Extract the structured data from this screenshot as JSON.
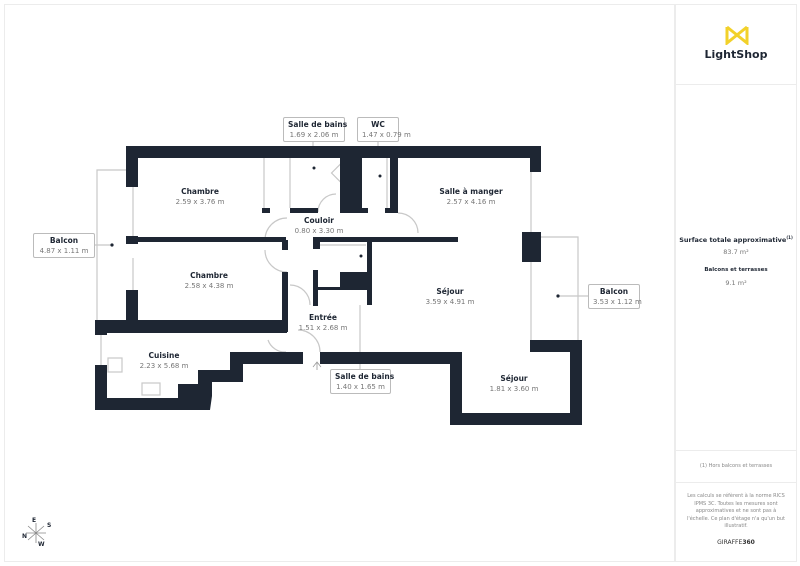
{
  "brand": {
    "name": "LightShop",
    "logo_color": "#f2d12a"
  },
  "summary": {
    "total_label": "Surface totale approximative",
    "total_footnote_mark": "(1)",
    "total_value": "83.7 m²",
    "balcony_label": "Balcons et terrasses",
    "balcony_value": "9.1 m²"
  },
  "footnote": "(1) Hors balcons et terrasses",
  "disclaimer": "Les calculs se réfèrent à la norme RICS IPMS 3C. Toutes les mesures sont approximatives et ne sont pas à l'échelle. Ce plan d'étage n'a qu'un but illustratif.",
  "footer_brand": {
    "part1": "GIRAFFE",
    "part2": "360"
  },
  "compass": {
    "n": "N",
    "e": "E",
    "s": "S",
    "w": "W"
  },
  "colors": {
    "wall": "#1e2633",
    "outline": "#c8c8c8"
  },
  "rooms": [
    {
      "name": "Chambre",
      "dims": "2.59 x 3.76 m"
    },
    {
      "name": "Chambre",
      "dims": "2.58 x 4.38 m"
    },
    {
      "name": "Cuisine",
      "dims": "2.23 x 5.68 m"
    },
    {
      "name": "Couloir",
      "dims": "0.80 x 3.30 m"
    },
    {
      "name": "Entrée",
      "dims": "1.51 x 2.68 m"
    },
    {
      "name": "Salle à manger",
      "dims": "2.57 x 4.16 m"
    },
    {
      "name": "Séjour",
      "dims": "3.59 x 4.91 m"
    },
    {
      "name": "Séjour",
      "dims": "1.81 x 3.60 m"
    }
  ],
  "callouts": [
    {
      "name": "Salle de bains",
      "dims": "1.69 x 2.06 m"
    },
    {
      "name": "WC",
      "dims": "1.47 x 0.79 m"
    },
    {
      "name": "Balcon",
      "dims": "4.87 x 1.11 m"
    },
    {
      "name": "Balcon",
      "dims": "3.53 x 1.12 m"
    },
    {
      "name": "Salle de bains",
      "dims": "1.40 x 1.65 m"
    }
  ]
}
